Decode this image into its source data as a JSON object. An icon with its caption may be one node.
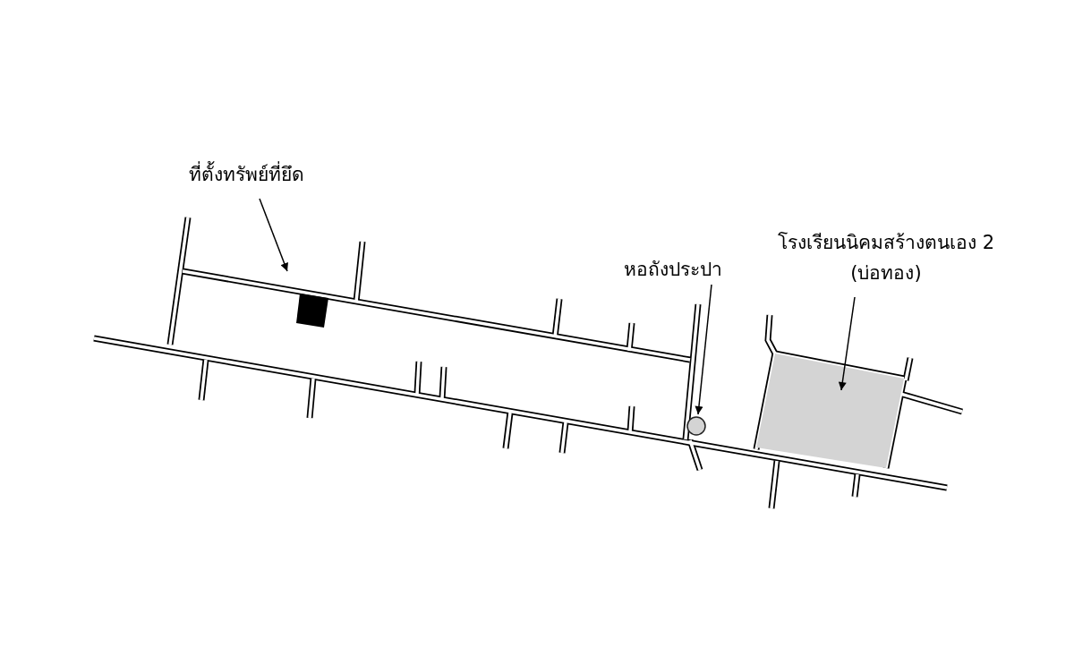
{
  "diagram": {
    "nodes": [
      {
        "text": [
          "ที่ตั้งทรัพย์ที่ยึด"
        ]
      },
      {
        "text": [],
        "shape": "box"
      },
      {
        "text": [
          "หอถังประปา"
        ]
      },
      {
        "text": [],
        "shape": "circle"
      },
      {
        "text": [
          "โรงเรียนนิคมสร้างตนเอง 2",
          "(บ่อทอง)"
        ]
      },
      {
        "text": [],
        "shape": "box"
      }
    ],
    "edges": [
      {
        "from": 0,
        "to": 1,
        "arrow": "to"
      },
      {
        "from": 2,
        "to": 3,
        "arrow": "to"
      },
      {
        "from": 4,
        "to": 5,
        "arrow": "to"
      }
    ]
  }
}
